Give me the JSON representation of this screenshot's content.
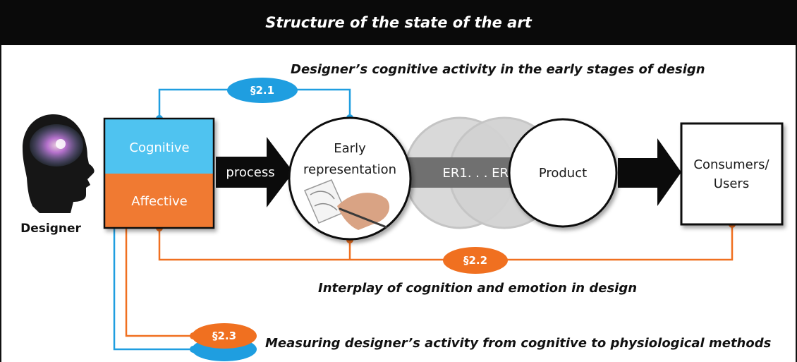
{
  "title": "Structure of  the state of the art",
  "designer": {
    "label": "Designer"
  },
  "mind_box": {
    "cognitive": "Cognitive",
    "affective": "Affective"
  },
  "process_arrow": {
    "label": "process"
  },
  "early_representation": {
    "line1": "Early",
    "line2": "representation"
  },
  "iterations": {
    "label": "ER1. . .  ERn"
  },
  "product": {
    "label": "Product"
  },
  "consumers": {
    "line1": "Consumers/",
    "line2": "Users"
  },
  "sections": {
    "s21": {
      "badge": "§2.1",
      "caption": "Designer’s cognitive activity in the early stages of design"
    },
    "s22": {
      "badge": "§2.2",
      "caption": "Interplay of cognition and emotion in design"
    },
    "s23": {
      "badge": "§2.3",
      "caption": "Measuring designer’s activity  from cognitive to physiological methods"
    }
  },
  "colors": {
    "cognitive": "#4fc3f0",
    "affective": "#f07a32",
    "badge_blue": "#1f9ee0",
    "badge_orange": "#f07020",
    "title_bar": "#0a0a0a"
  }
}
